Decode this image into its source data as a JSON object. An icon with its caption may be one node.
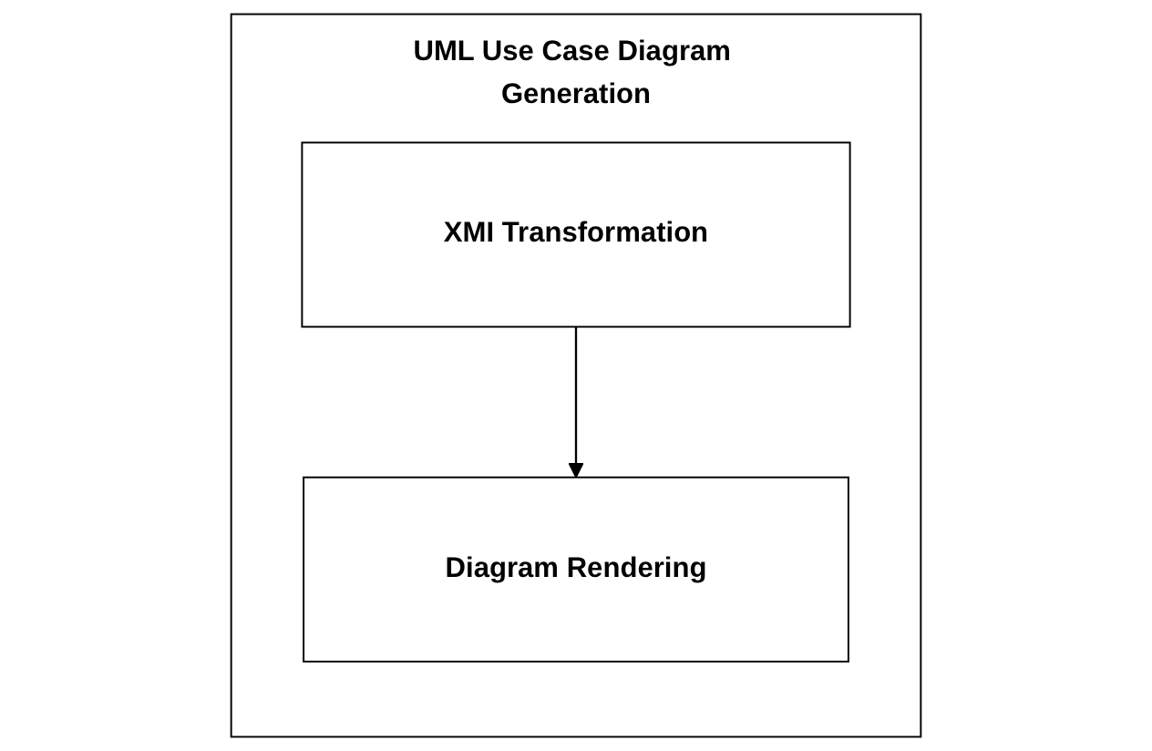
{
  "diagram": {
    "nodes": [
      {
        "text": [
          "UML Use Case Diagram Generation"
        ]
      },
      {
        "text": [
          "XMI Transformation"
        ],
        "in": 0
      },
      {
        "text": [
          "Diagram Rendering"
        ],
        "in": 0
      }
    ],
    "edges": [
      {
        "from": 1,
        "to": 2,
        "arrow": "to"
      }
    ]
  }
}
